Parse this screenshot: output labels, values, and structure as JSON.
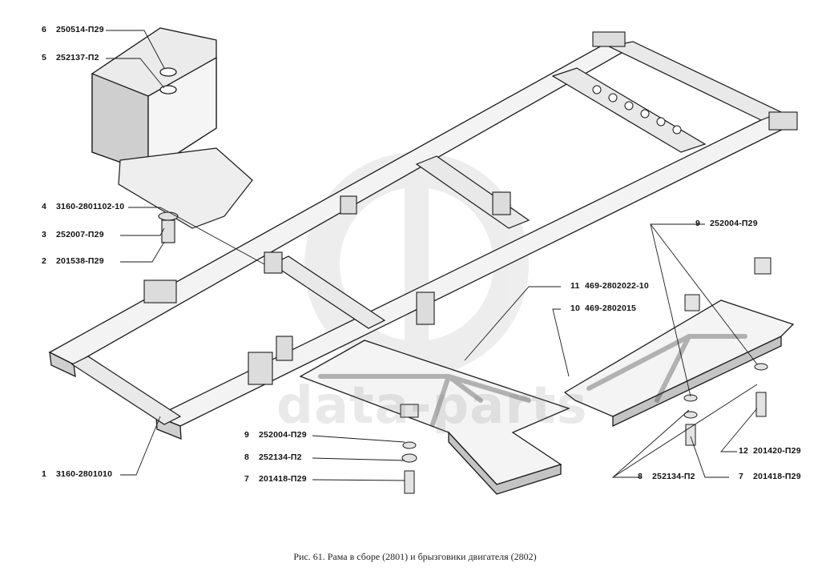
{
  "callouts": [
    {
      "num": "6",
      "code": "250514-П29"
    },
    {
      "num": "5",
      "code": "252137-П2"
    },
    {
      "num": "4",
      "code": "3160-2801102-10"
    },
    {
      "num": "3",
      "code": "252007-П29"
    },
    {
      "num": "2",
      "code": "201538-П29"
    },
    {
      "num": "1",
      "code": "3160-2801010"
    },
    {
      "num": "9",
      "code": "252004-П29"
    },
    {
      "num": "8",
      "code": "252134-П2"
    },
    {
      "num": "7",
      "code": "201418-П29"
    },
    {
      "num": "11",
      "code": "469-2802022-10"
    },
    {
      "num": "10",
      "code": "469-2802015"
    },
    {
      "num": "9",
      "code": "252004-П29"
    },
    {
      "num": "12",
      "code": "201420-П29"
    },
    {
      "num": "8",
      "code": "252134-П2"
    },
    {
      "num": "7",
      "code": "201418-П29"
    }
  ],
  "caption": "Рис. 61. Рама в сборе (2801) и брызговики двигателя (2802)",
  "watermark": "data-parts",
  "colors": {
    "line": "#1a1a1a",
    "fill": "#f2f2f2",
    "shade": "#c8c8c8",
    "watermark": "#b0b0b0"
  }
}
